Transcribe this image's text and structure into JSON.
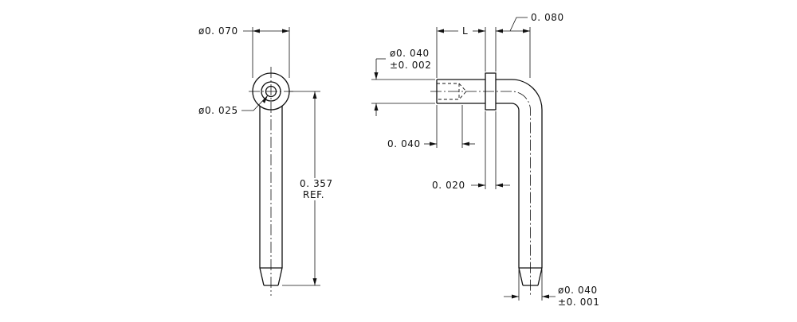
{
  "drawing": {
    "line_color": "#111111",
    "background": "#ffffff",
    "dimensions": {
      "head_diameter": "ø0. 070",
      "hole_diameter": "ø0. 025",
      "length_value": "0. 357",
      "length_ref": "REF.",
      "flange_width": "L",
      "bend_offset": "0. 080",
      "tip_diameter": "ø0. 040",
      "tip_tolerance": "±0. 002",
      "tip_length": "0. 040",
      "flange_thickness": "0. 020",
      "pin_diameter": "ø0. 040",
      "pin_tolerance": "±0. 001"
    }
  }
}
